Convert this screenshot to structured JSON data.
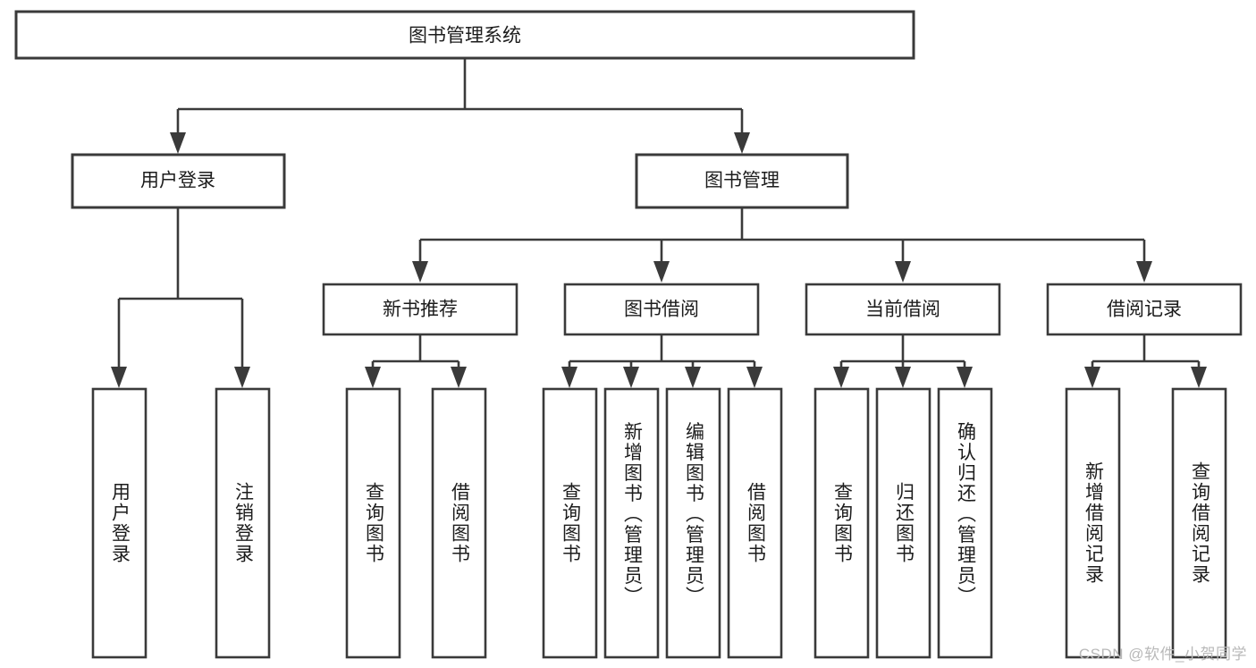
{
  "diagram": {
    "title": "图书管理系统",
    "type": "hierarchy-tree",
    "root": {
      "id": "root",
      "label": "图书管理系统"
    },
    "level1": [
      {
        "id": "user-login",
        "label": "用户登录"
      },
      {
        "id": "book-management",
        "label": "图书管理"
      }
    ],
    "level2": [
      {
        "id": "new-book-recommend",
        "label": "新书推荐",
        "parent": "book-management"
      },
      {
        "id": "book-borrow",
        "label": "图书借阅",
        "parent": "book-management"
      },
      {
        "id": "current-borrow",
        "label": "当前借阅",
        "parent": "book-management"
      },
      {
        "id": "borrow-record",
        "label": "借阅记录",
        "parent": "book-management"
      }
    ],
    "leaves": [
      {
        "id": "leaf-user-login",
        "label": "用户登录",
        "parent": "user-login"
      },
      {
        "id": "leaf-logout-login",
        "label": "注销登录",
        "parent": "user-login"
      },
      {
        "id": "leaf-query-book-1",
        "label": "查询图书",
        "parent": "new-book-recommend"
      },
      {
        "id": "leaf-borrow-book-1",
        "label": "借阅图书",
        "parent": "new-book-recommend"
      },
      {
        "id": "leaf-query-book-2",
        "label": "查询图书",
        "parent": "book-borrow"
      },
      {
        "id": "leaf-add-book",
        "label": "新增图书（管理员）",
        "parent": "book-borrow"
      },
      {
        "id": "leaf-edit-book",
        "label": "编辑图书（管理员）",
        "parent": "book-borrow"
      },
      {
        "id": "leaf-borrow-book-2",
        "label": "借阅图书",
        "parent": "book-borrow"
      },
      {
        "id": "leaf-query-book-3",
        "label": "查询图书",
        "parent": "current-borrow"
      },
      {
        "id": "leaf-return-book",
        "label": "归还图书",
        "parent": "current-borrow"
      },
      {
        "id": "leaf-confirm-return",
        "label": "确认归还（管理员）",
        "parent": "current-borrow"
      },
      {
        "id": "leaf-add-record",
        "label": "新增借阅记录",
        "parent": "borrow-record"
      },
      {
        "id": "leaf-query-record",
        "label": "查询借阅记录",
        "parent": "borrow-record"
      }
    ]
  },
  "watermark": {
    "text": "CSDN @软件_小贺同学"
  },
  "colors": {
    "stroke": "#3a3a3a",
    "fill": "#ffffff",
    "text": "#1c1c1c",
    "watermark": "#b9b9b9"
  }
}
